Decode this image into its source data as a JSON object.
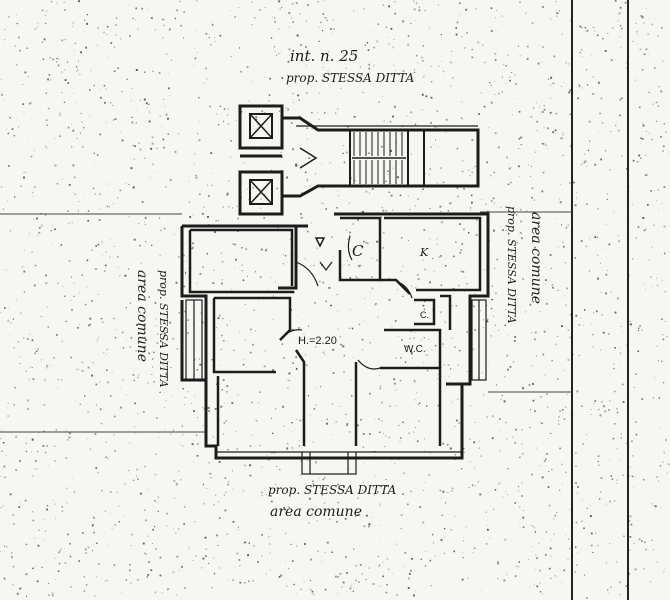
{
  "header": {
    "unit_number": "int. n. 25",
    "owner_top": "prop. STESSA DITTA"
  },
  "left_side": {
    "area_label": "area comune",
    "owner_label": "prop. STESSA DITTA"
  },
  "right_side": {
    "area_label": "area comune",
    "owner_label": "prop. STESSA DITTA"
  },
  "bottom": {
    "owner_label": "prop. STESSA DITTA",
    "area_label": "area comune"
  },
  "plan": {
    "ceiling_height": "H.=2.20",
    "closet_label": "C",
    "kitchen_mark": "K",
    "wc_label": "W.C.",
    "small_room_label": "C."
  },
  "colors": {
    "ink": "#1c1c1c",
    "paper": "#f6f6f3"
  }
}
